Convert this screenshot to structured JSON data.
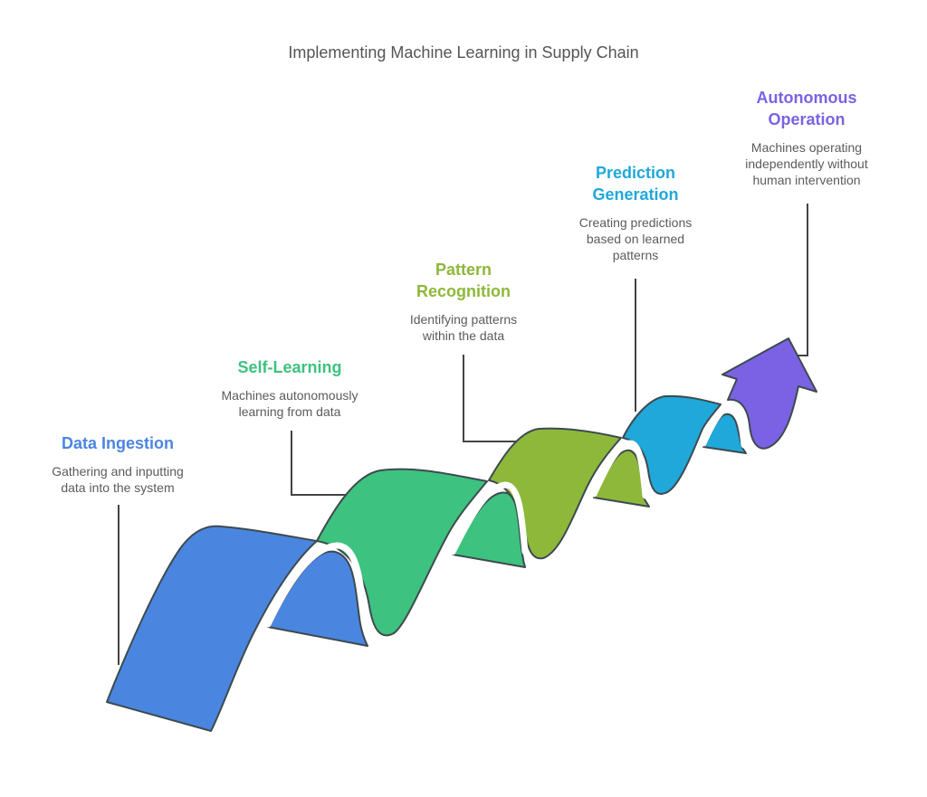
{
  "title": "Implementing Machine Learning in Supply Chain",
  "stages": [
    {
      "id": "data-ingestion",
      "title": "Data Ingestion",
      "description_lines": [
        "Gathering and inputting",
        "data into the system"
      ],
      "color": "#4A86E0"
    },
    {
      "id": "self-learning",
      "title": "Self-Learning",
      "description_lines": [
        "Machines autonomously",
        "learning from data"
      ],
      "color": "#3DC27F"
    },
    {
      "id": "pattern-recognition",
      "title_lines": [
        "Pattern",
        "Recognition"
      ],
      "description_lines": [
        "Identifying patterns",
        "within the data"
      ],
      "color": "#8DB83A"
    },
    {
      "id": "prediction-generation",
      "title_lines": [
        "Prediction",
        "Generation"
      ],
      "description_lines": [
        "Creating predictions",
        "based on learned",
        "patterns"
      ],
      "color": "#1FA8D9"
    },
    {
      "id": "autonomous-operation",
      "title_lines": [
        "Autonomous",
        "Operation"
      ],
      "description_lines": [
        "Machines operating",
        "independently without",
        "human intervention"
      ],
      "color": "#7B62E4"
    }
  ],
  "colors": {
    "outline": "#3d4a4f",
    "connector": "#444444",
    "title_text": "#555555",
    "desc_text": "#5b5b5b"
  }
}
